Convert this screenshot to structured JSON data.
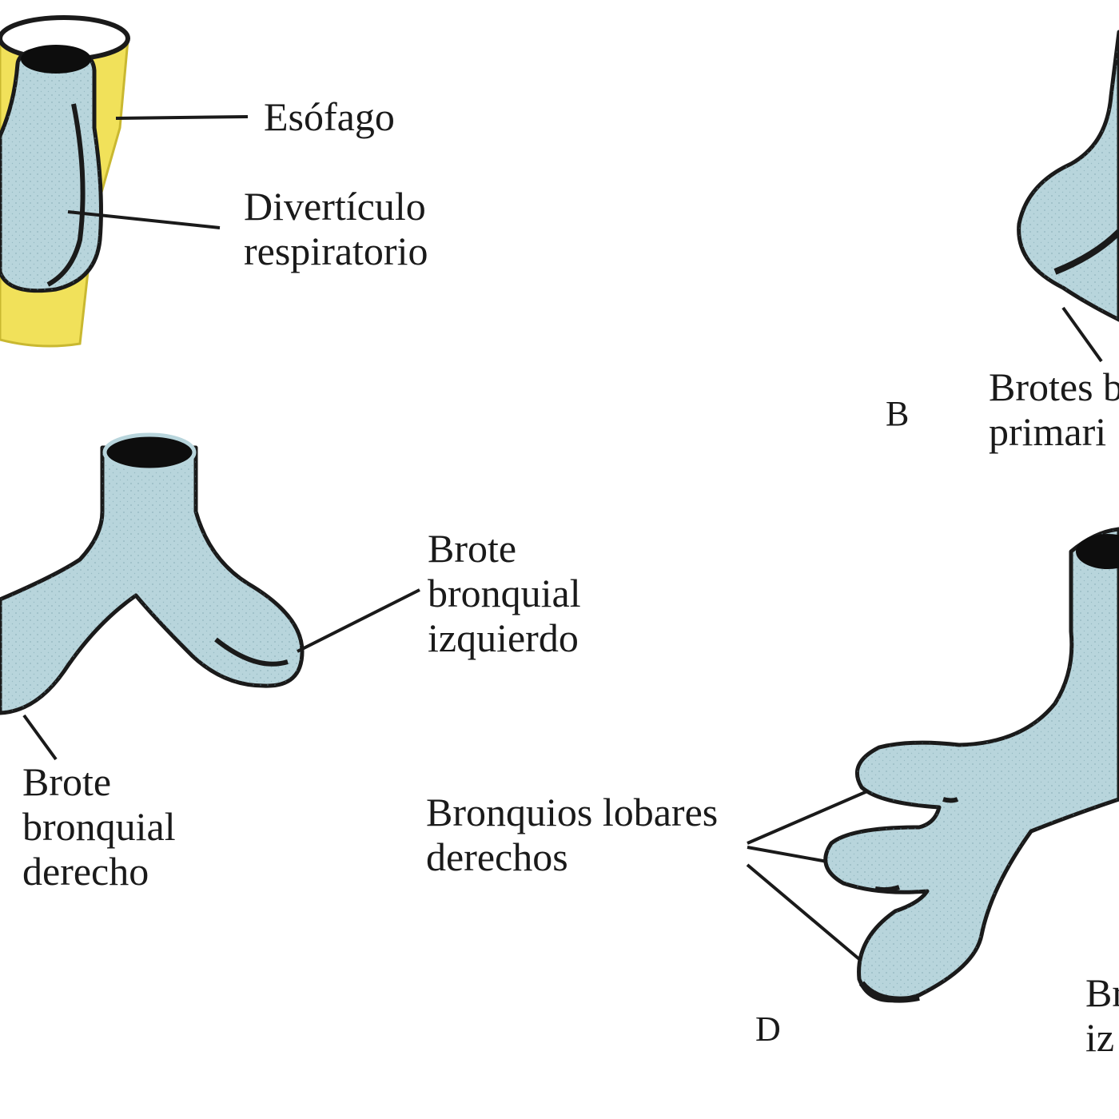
{
  "colors": {
    "tissue": "#b8d5dc",
    "tissue_edge": "#7fb0bc",
    "outline": "#1a1a1a",
    "lumen": "#0d0d0d",
    "foregut": "#f1e15a",
    "foregut_edge": "#c9b830",
    "leader": "#1a1a1a"
  },
  "panels": {
    "b": "B",
    "d": "D"
  },
  "labels": {
    "esofago": "Esófago",
    "diverticulo": [
      "Divertículo",
      "respiratorio"
    ],
    "brotes_b": [
      "Brotes b",
      "primari"
    ],
    "brote_izq": [
      "Brote",
      "bronquial",
      "izquierdo"
    ],
    "brote_der": [
      "Brote",
      "bronquial",
      "derecho"
    ],
    "lobares_der": [
      "Bronquios lobares",
      "derechos"
    ],
    "d_right": [
      "Br",
      "iz"
    ]
  }
}
